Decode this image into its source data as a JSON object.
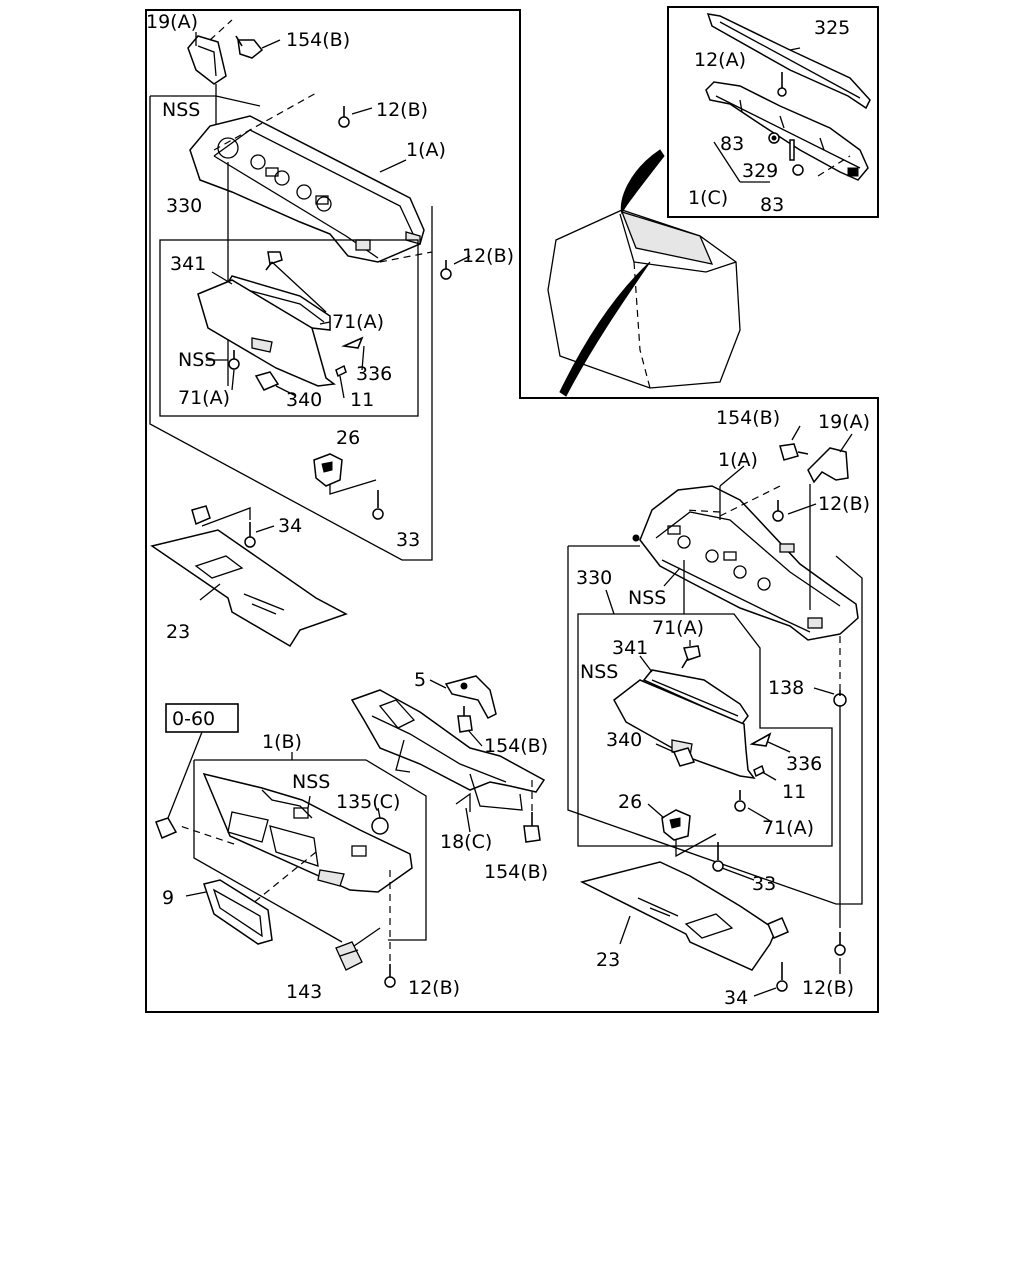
{
  "inset": {
    "labels": [
      "325",
      "12(A)",
      "83",
      "329",
      "1(C)",
      "83"
    ]
  },
  "left_upper": {
    "labels": [
      "19(A)",
      "154(B)",
      "NSS",
      "12(B)",
      "1(A)",
      "330",
      "12(B)",
      "341",
      "71(A)",
      "NSS",
      "336",
      "71(A)",
      "340",
      "11",
      "26",
      "34",
      "33",
      "23"
    ]
  },
  "left_lower": {
    "code_box": "0-60",
    "labels": [
      "1(B)",
      "NSS",
      "135(C)",
      "9",
      "143",
      "12(B)",
      "5",
      "154(B)",
      "18(C)",
      "154(B)"
    ]
  },
  "right": {
    "labels": [
      "154(B)",
      "19(A)",
      "1(A)",
      "12(B)",
      "330",
      "NSS",
      "71(A)",
      "341",
      "NSS",
      "138",
      "340",
      "336",
      "11",
      "26",
      "71(A)",
      "33",
      "23",
      "34",
      "12(B)"
    ]
  },
  "icons": [
    "dashboard-vehicle-silhouette",
    "screw",
    "bolt",
    "clip",
    "bracket"
  ]
}
